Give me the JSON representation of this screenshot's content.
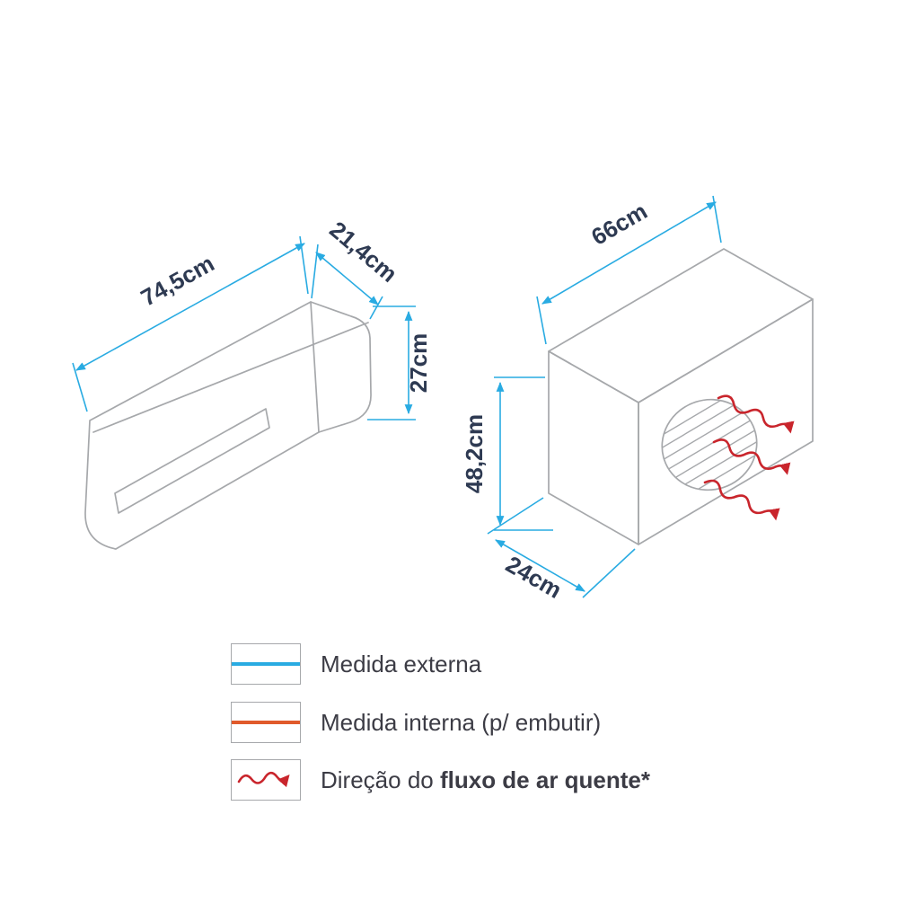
{
  "colors": {
    "dimension": "#29abe2",
    "outline": "#a6a8ab",
    "label": "#2e3a52",
    "legend_text": "#3c3c45",
    "external": "#29abe2",
    "internal": "#e05a2b",
    "airflow": "#c9252c",
    "background": "#ffffff"
  },
  "indoor_unit": {
    "width_label": "74,5cm",
    "depth_label": "21,4cm",
    "height_label": "27cm"
  },
  "outdoor_unit": {
    "width_label": "66cm",
    "height_label": "48,2cm",
    "depth_label": "24cm"
  },
  "legend": {
    "external_label": "Medida externa",
    "internal_label": "Medida interna (p/ embutir)",
    "airflow_label_prefix": "Direção do ",
    "airflow_label_bold": "fluxo de ar quente*"
  }
}
